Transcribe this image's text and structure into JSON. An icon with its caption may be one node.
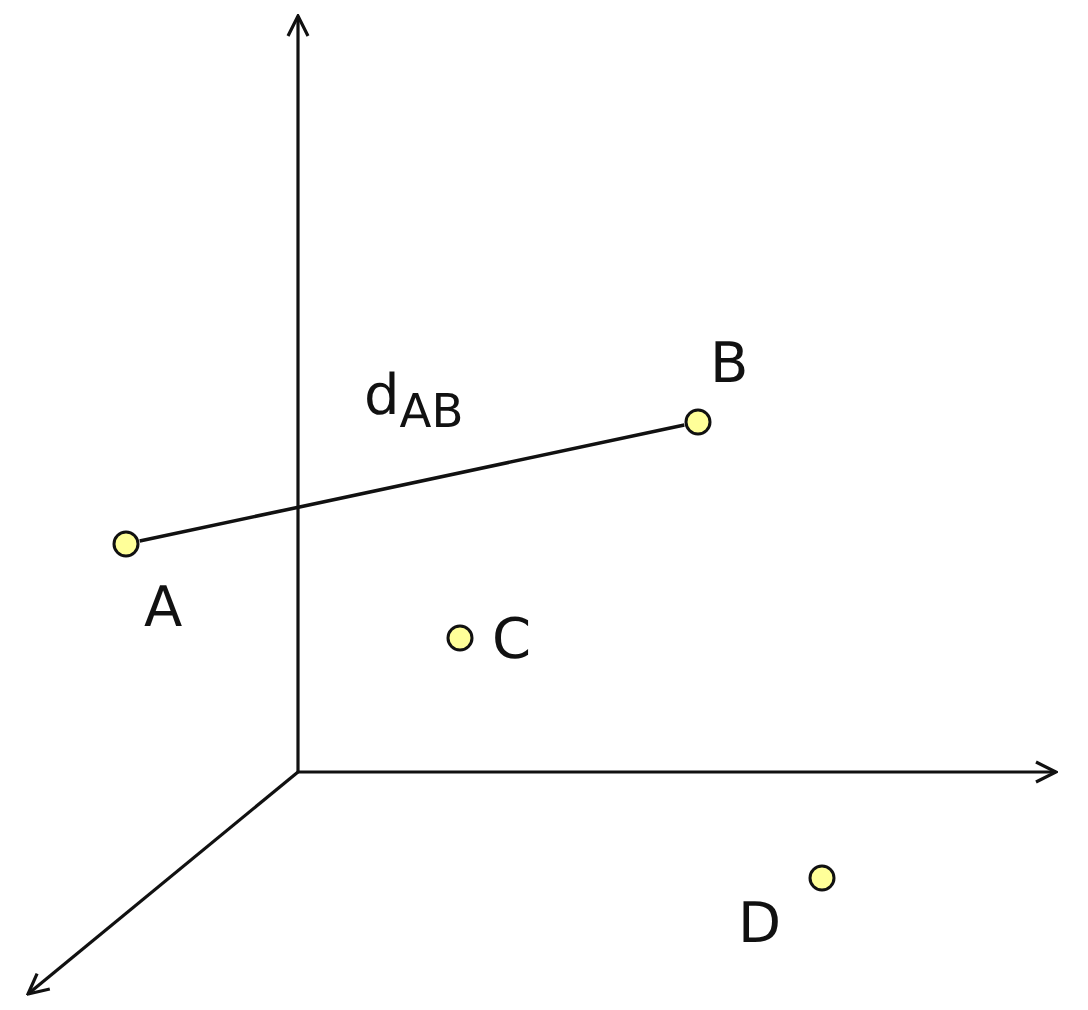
{
  "diagram": {
    "nodes": [
      {
        "text": [],
        "shape": "circle",
        "beside": [
          "A"
        ]
      },
      {
        "text": [],
        "shape": "circle",
        "beside": [
          "B"
        ]
      },
      {
        "text": [],
        "shape": "circle",
        "beside": [
          "C"
        ]
      },
      {
        "text": [],
        "shape": "circle",
        "beside": [
          "D"
        ]
      }
    ],
    "edges": [
      {
        "from": 0,
        "to": 1,
        "arrow": "none",
        "label": "d$_{AB}$"
      }
    ]
  }
}
